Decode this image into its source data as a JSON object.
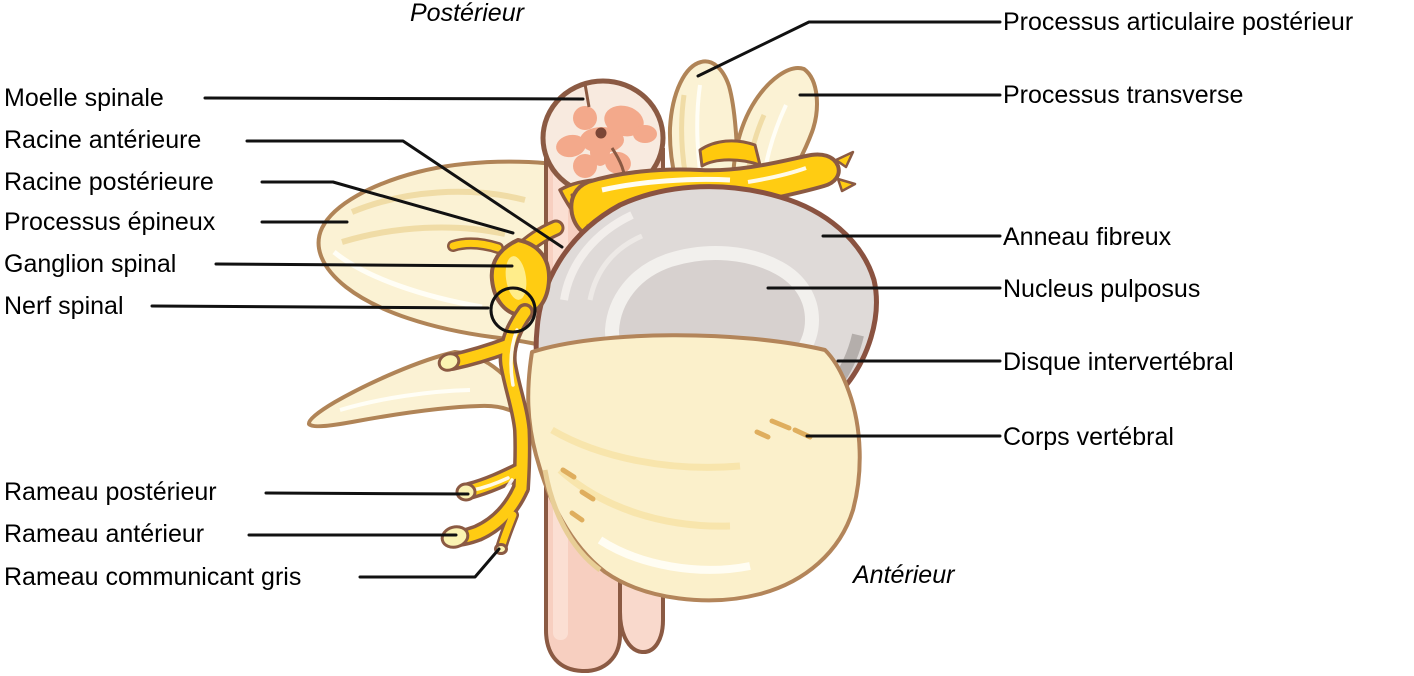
{
  "orientation": {
    "top": "Postérieur",
    "bottom": "Antérieur"
  },
  "labels": {
    "left": [
      {
        "text": "Moelle spinale"
      },
      {
        "text": "Racine antérieure"
      },
      {
        "text": "Racine postérieure"
      },
      {
        "text": "Processus épineux"
      },
      {
        "text": "Ganglion spinal"
      },
      {
        "text": "Nerf spinal"
      },
      {
        "text": "Rameau postérieur"
      },
      {
        "text": "Rameau antérieur"
      },
      {
        "text": "Rameau communicant gris"
      }
    ],
    "right": [
      {
        "text": "Processus articulaire postérieur"
      },
      {
        "text": "Processus transverse"
      },
      {
        "text": "Anneau fibreux"
      },
      {
        "text": "Nucleus pulposus"
      },
      {
        "text": "Disque intervertébral"
      },
      {
        "text": "Corps vertébral"
      }
    ]
  },
  "colors": {
    "outline_brown": "#8B5A43",
    "bone_fill": "#FBF2D4",
    "bone_outline": "#B08457",
    "bone_shading": "#F0DCA6",
    "nerve_yellow": "#FFCC12",
    "nerve_highlight": "#FFED8A",
    "nerve_cut_end": "#FBF3B2",
    "cord_fill": "#F8EADF",
    "cord_cylinder": "#F7CFC0",
    "cord_cylinder_front": "#F9D9CC",
    "gray_matter": "#F3A98B",
    "central_canal": "#7B4636",
    "disc_ring": "#DFDAD8",
    "disc_ring_shadow": "#A9A2A0",
    "disc_inner_band": "#F2F0ED",
    "disc_nucleus": "#D7D1CF",
    "vertebral_body": "#FBF0CB",
    "label_text": "#000000",
    "leader_line": "#111111"
  }
}
